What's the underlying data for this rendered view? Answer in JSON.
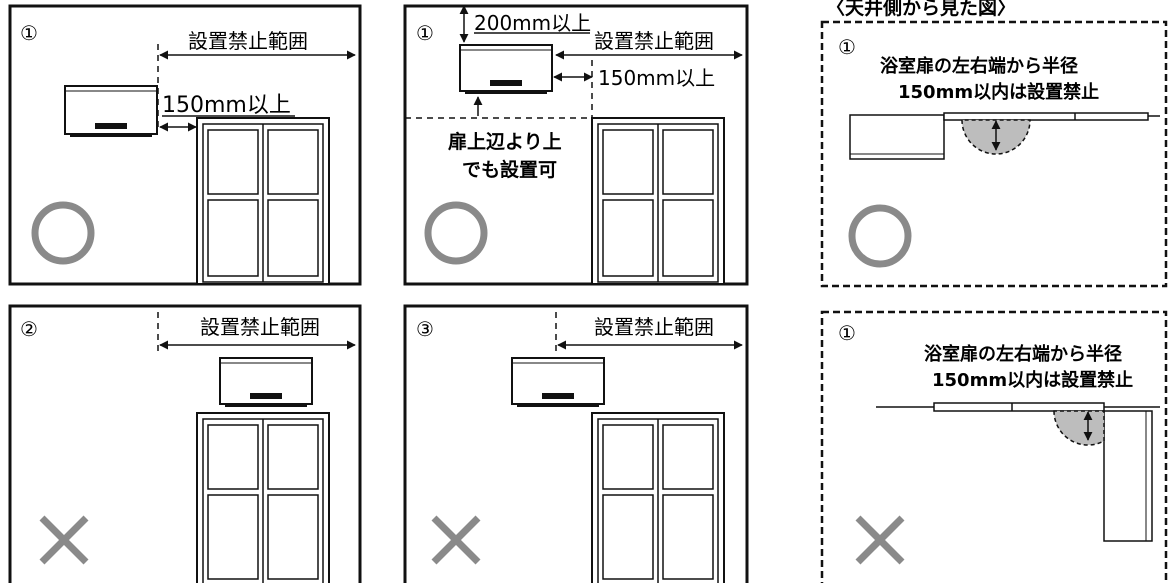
{
  "header": {
    "ceiling_view_title": "〈天井側から見た図〉"
  },
  "panels": {
    "top_left": {
      "number": "①",
      "zone_label": "設置禁止範囲",
      "clearance_label": "150mm以上",
      "verdict": "○"
    },
    "top_middle": {
      "number": "①",
      "zone_label": "設置禁止範囲",
      "top_clearance_label": "200mm以上",
      "side_clearance_label": "150mm以上",
      "note_line1": "扉上辺より上",
      "note_line2": "でも設置可",
      "verdict": "○"
    },
    "top_right": {
      "number": "①",
      "note_line1": "浴室扉の左右端から半径",
      "note_line2": "150mm以内は設置禁止",
      "verdict": "○"
    },
    "bottom_left": {
      "number": "②",
      "zone_label": "設置禁止範囲",
      "verdict": "×"
    },
    "bottom_middle": {
      "number": "③",
      "zone_label": "設置禁止範囲",
      "verdict": "×"
    },
    "bottom_right": {
      "number": "①",
      "note_line1": "浴室扉の左右端から半径",
      "note_line2": "150mm以内は設置禁止",
      "verdict": "×"
    }
  },
  "colors": {
    "line": "#111111",
    "verdict_mark": "#8a8a8a",
    "hatch_fill": "#bdbdbd"
  },
  "icons": {
    "ok": "circle-ok-icon",
    "ng": "cross-ng-icon",
    "unit": "wall-unit-icon",
    "door": "double-door-icon",
    "arrow": "dimension-arrow-icon"
  }
}
